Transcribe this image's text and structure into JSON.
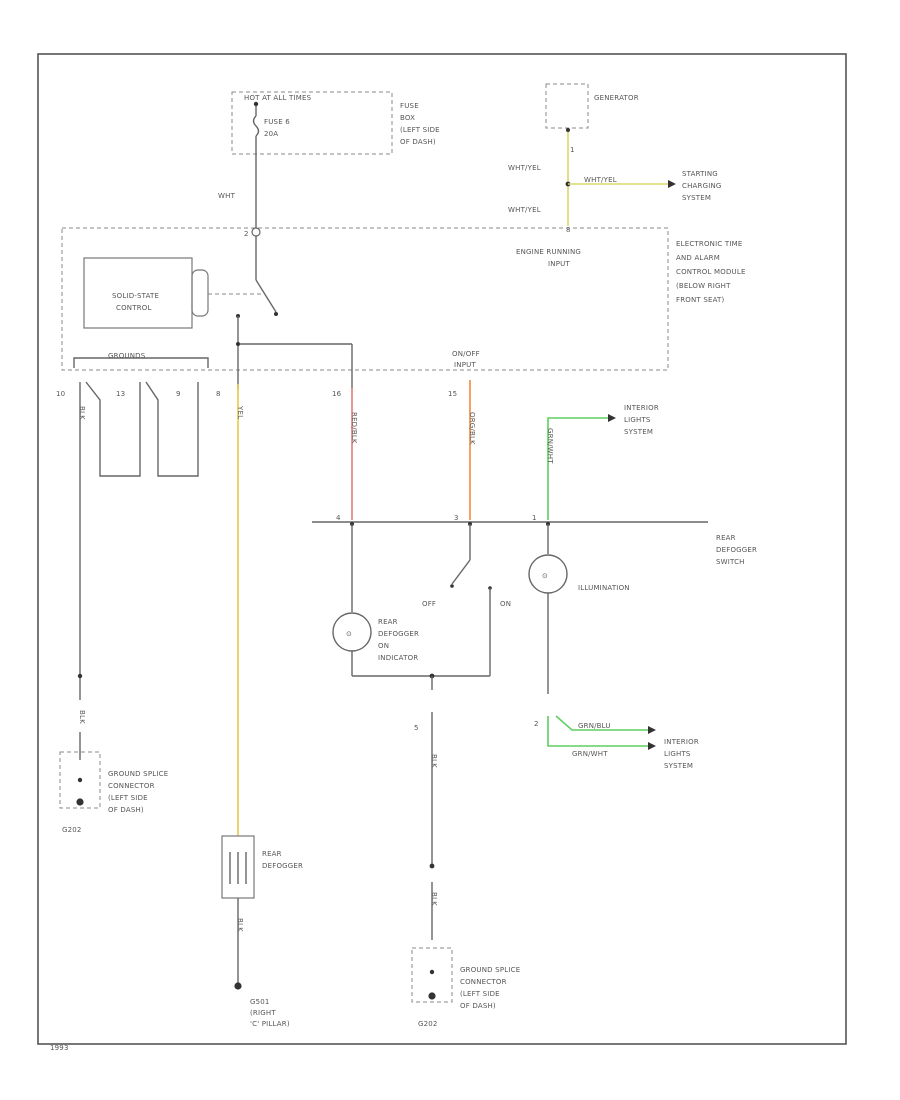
{
  "colors": {
    "wire_default": "#666666",
    "wire_yellow": "#e6c84a",
    "wire_red": "#e87a7a",
    "wire_orange": "#f08a3c",
    "wire_green": "#5fcf5f",
    "wire_yel_white": "#d8d86a"
  },
  "fuse_panel": {
    "header": "HOT AT ALL TIMES",
    "fuse_label": "FUSE 6",
    "fuse_rating": "20A",
    "location_line1": "FUSE",
    "location_line2": "BOX",
    "location_line3": "(LEFT SIDE",
    "location_line4": "OF DASH)"
  },
  "generator": {
    "label": "GENERATOR",
    "pin": "1"
  },
  "starting_system": {
    "wire_left_top": "WHT/YEL",
    "wire_mid": "WHT/YEL",
    "wire_left_bottom": "WHT/YEL",
    "pin": "8",
    "line1": "STARTING",
    "line2": "CHARGING",
    "line3": "SYSTEM"
  },
  "module": {
    "wire_top": "WHT",
    "pin_top": "2",
    "engine_input_line1": "ENGINE RUNNING",
    "engine_input_line2": "INPUT",
    "solid_state_line1": "SOLID-STATE",
    "solid_state_line2": "CONTROL",
    "name_line1": "ELECTRONIC TIME",
    "name_line2": "AND ALARM",
    "name_line3": "CONTROL MODULE",
    "name_line4": "(BELOW RIGHT",
    "name_line5": "FRONT SEAT)",
    "grounds_label": "GROUNDS",
    "on_off_line1": "ON/OFF",
    "on_off_line2": "INPUT"
  },
  "pins": {
    "p1": "10",
    "p2": "13",
    "p3": "9",
    "p4": "8",
    "p5": "16",
    "p6": "15"
  },
  "wires": {
    "w1": "BLK",
    "w2": "YEL",
    "w3": "RED/BLK",
    "w4": "ORG/BLK",
    "w5": "GRN/WHT"
  },
  "interior_lights_top": {
    "line1": "INTERIOR",
    "line2": "LIGHTS",
    "line3": "SYSTEM"
  },
  "switch": {
    "pin_a1": "4",
    "pin_a2": "3",
    "pin_a3": "1",
    "name_line1": "REAR",
    "name_line2": "DEFOGGER",
    "name_line3": "SWITCH",
    "off_label": "OFF",
    "on_label": "ON",
    "illumination_label": "ILLUMINATION",
    "indicator_line1": "REAR",
    "indicator_line2": "DEFOGGER",
    "indicator_line3": "ON",
    "indicator_line4": "INDICATOR",
    "pin_bottom": "5",
    "pin_illum": "2"
  },
  "interior_lights_bottom": {
    "wire1": "GRN/BLU",
    "wire2": "GRN/WHT",
    "line1": "INTERIOR",
    "line2": "LIGHTS",
    "line3": "SYSTEM"
  },
  "ground_left": {
    "wire": "BLK",
    "line1": "GROUND SPLICE",
    "line2": "CONNECTOR",
    "line3": "(LEFT SIDE",
    "line4": "OF DASH)",
    "ground_id": "G202"
  },
  "defogger": {
    "line1": "REAR",
    "line2": "DEFOGGER",
    "wire_below": "BLK",
    "ground_line1": "G501",
    "ground_line2": "(RIGHT",
    "ground_line3": "'C' PILLAR)"
  },
  "ground_right": {
    "wire1": "BLK",
    "wire2": "BLK",
    "line1": "GROUND SPLICE",
    "line2": "CONNECTOR",
    "line3": "(LEFT SIDE",
    "line4": "OF DASH)",
    "ground_id": "G202"
  },
  "corner_code": "1993"
}
